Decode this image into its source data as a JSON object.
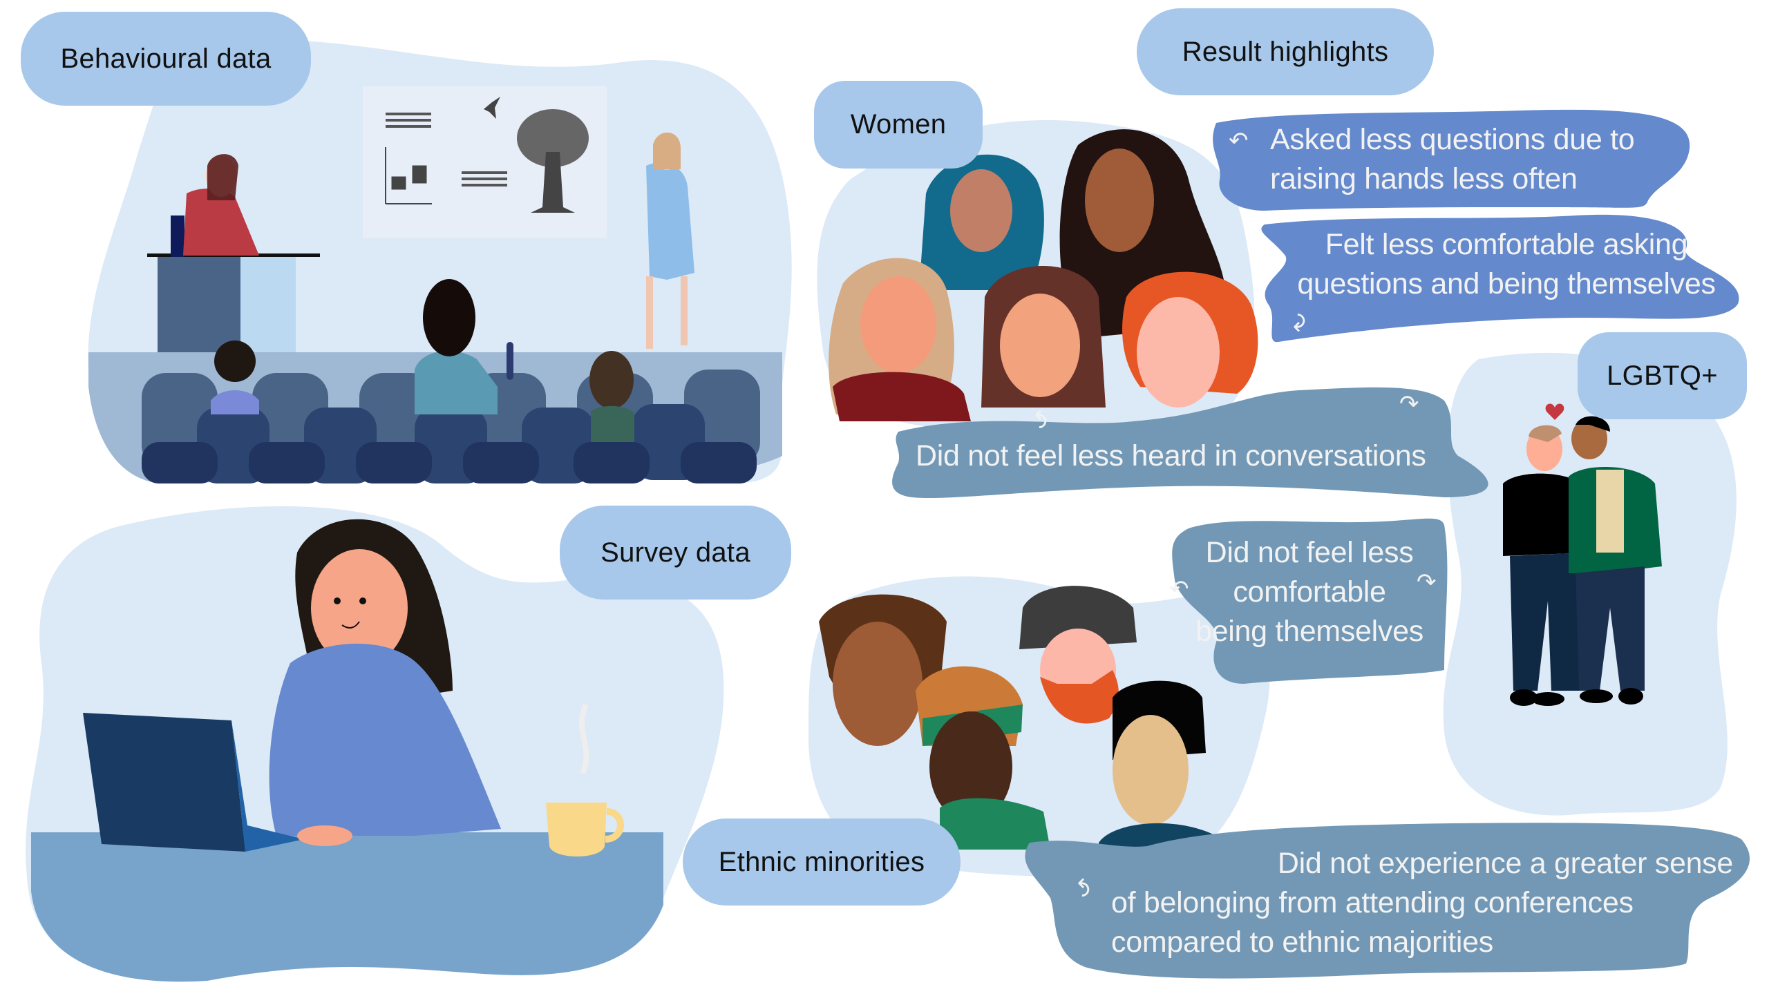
{
  "sections": {
    "behavioural": {
      "label": "Behavioural data"
    },
    "survey": {
      "label": "Survey data"
    },
    "results": {
      "label": "Result highlights"
    }
  },
  "groups": {
    "women": {
      "label": "Women",
      "findings": [
        {
          "text_lines": [
            "Asked less questions due to",
            "raising hands less often"
          ]
        },
        {
          "text_lines": [
            "Felt less comfortable asking",
            "questions and being themselves"
          ]
        },
        {
          "text_lines": [
            "Did not feel less heard in conversations"
          ]
        }
      ]
    },
    "lgbtq": {
      "label": "LGBTQ+",
      "findings": [
        {
          "text_lines": [
            "Did not feel less",
            "comfortable",
            "being themselves"
          ]
        }
      ]
    },
    "ethnic": {
      "label": "Ethnic minorities",
      "findings": [
        {
          "text_lines": [
            "Did not experience a greater sense",
            "of belonging from attending conferences",
            "compared to ethnic majorities"
          ]
        }
      ]
    }
  },
  "icons": {
    "curved_arrow": "↶",
    "curved_arrow_right": "↷",
    "heart": "♥"
  },
  "colors": {
    "pill": "#a7c8ea",
    "blob_light": "#dce9f6",
    "bubble_blue": "#6489cc",
    "bubble_slate": "#7298b5",
    "text_dark": "#111111",
    "text_light": "#f2f2f2"
  }
}
